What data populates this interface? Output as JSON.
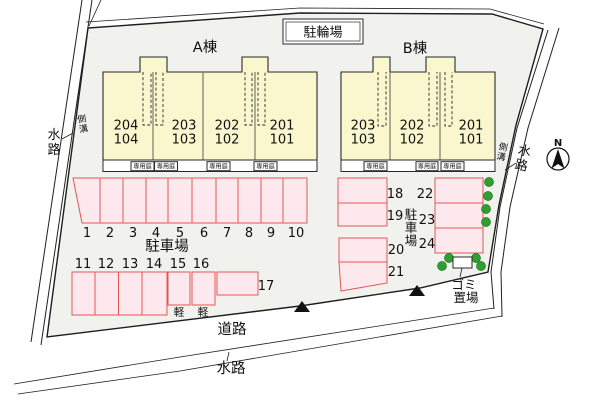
{
  "labels": {
    "bike_parking": "駐輪場",
    "road": "道路",
    "water": "水路",
    "gutter": "側溝",
    "garbage_line1": "ゴミ",
    "garbage_line2": "置場",
    "garden": "専用庭",
    "north": "N"
  },
  "buildings": {
    "a": {
      "label": "A棟",
      "units": [
        {
          "upper": "204",
          "lower": "104"
        },
        {
          "upper": "203",
          "lower": "103"
        },
        {
          "upper": "202",
          "lower": "102"
        },
        {
          "upper": "201",
          "lower": "101"
        }
      ]
    },
    "b": {
      "label": "B棟",
      "units": [
        {
          "upper": "203",
          "lower": "103"
        },
        {
          "upper": "202",
          "lower": "102"
        },
        {
          "upper": "201",
          "lower": "101"
        }
      ]
    }
  },
  "parking": {
    "label": "駐車場",
    "label_vertical": "駐車場",
    "kei": "軽",
    "row1": [
      "1",
      "2",
      "3",
      "4",
      "5",
      "6",
      "7",
      "8",
      "9",
      "10"
    ],
    "row2": [
      "11",
      "12",
      "13",
      "14",
      "15",
      "16"
    ],
    "s17": "17",
    "left_col": [
      "18",
      "19",
      "20",
      "21"
    ],
    "right_col": [
      "22",
      "23",
      "24"
    ]
  },
  "colors": {
    "site-fill": "#f1f1ee",
    "building-fill": "#faf6cd",
    "stall-fill": "#fde9ed",
    "stall-stroke": "#e25656",
    "tree-fill": "#2f9e33"
  }
}
